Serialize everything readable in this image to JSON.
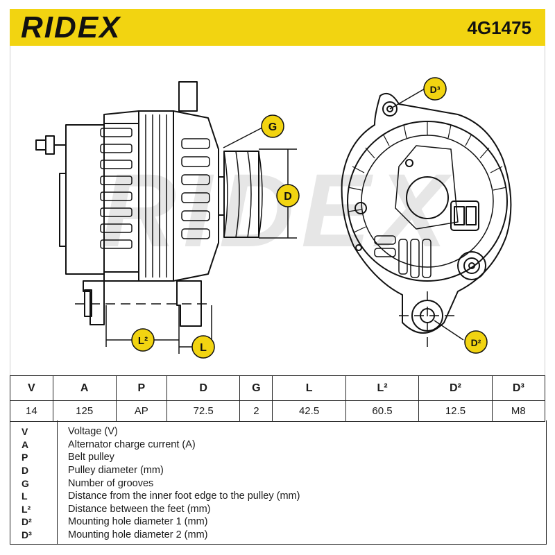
{
  "header": {
    "brand": "RIDEX",
    "part_number": "4G1475",
    "accent_color": "#f2d411"
  },
  "drawing": {
    "watermark": "RIDEX",
    "callouts": {
      "g": "G",
      "d": "D",
      "l2": "L²",
      "l": "L",
      "d3": "D³",
      "d2": "D²"
    }
  },
  "spec_table": {
    "headers": [
      "V",
      "A",
      "P",
      "D",
      "G",
      "L",
      "L²",
      "D²",
      "D³"
    ],
    "values": [
      "14",
      "125",
      "AP",
      "72.5",
      "2",
      "42.5",
      "60.5",
      "12.5",
      "M8"
    ]
  },
  "legend": [
    {
      "symbol": "V",
      "text": "Voltage (V)"
    },
    {
      "symbol": "A",
      "text": "Alternator charge current (A)"
    },
    {
      "symbol": "P",
      "text": "Belt pulley"
    },
    {
      "symbol": "D",
      "text": "Pulley diameter (mm)"
    },
    {
      "symbol": "G",
      "text": "Number of grooves"
    },
    {
      "symbol": "L",
      "text": "Distance from the inner foot edge to the pulley (mm)"
    },
    {
      "symbol": "L²",
      "text": "Distance between the feet (mm)"
    },
    {
      "symbol": "D²",
      "text": "Mounting hole diameter 1 (mm)"
    },
    {
      "symbol": "D³",
      "text": "Mounting hole diameter 2 (mm)"
    }
  ]
}
